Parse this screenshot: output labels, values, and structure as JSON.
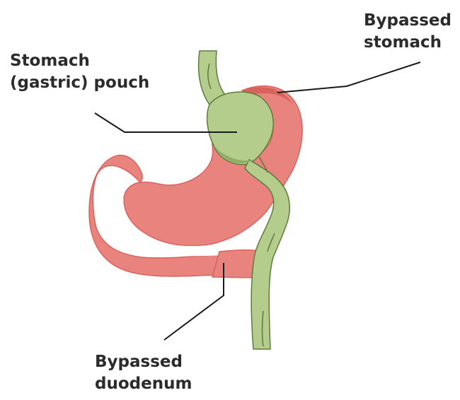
{
  "labels": {
    "stomach_pouch": {
      "line1": "Stomach",
      "line2": "(gastric) pouch"
    },
    "bypassed_stomach": {
      "line1": "Bypassed",
      "line2": "stomach"
    },
    "bypassed_duodenum": {
      "line1": "Bypassed",
      "line2": "duodenum"
    }
  },
  "colors": {
    "stomach_fill": "#e8837d",
    "stomach_shade": "#d9625d",
    "pouch_fill": "#b5cd8c",
    "pouch_shade": "#8fae62",
    "intestine_outline": "#5d7b3c",
    "leader_line": "#1a1a1a",
    "text": "#2b2b2b"
  }
}
